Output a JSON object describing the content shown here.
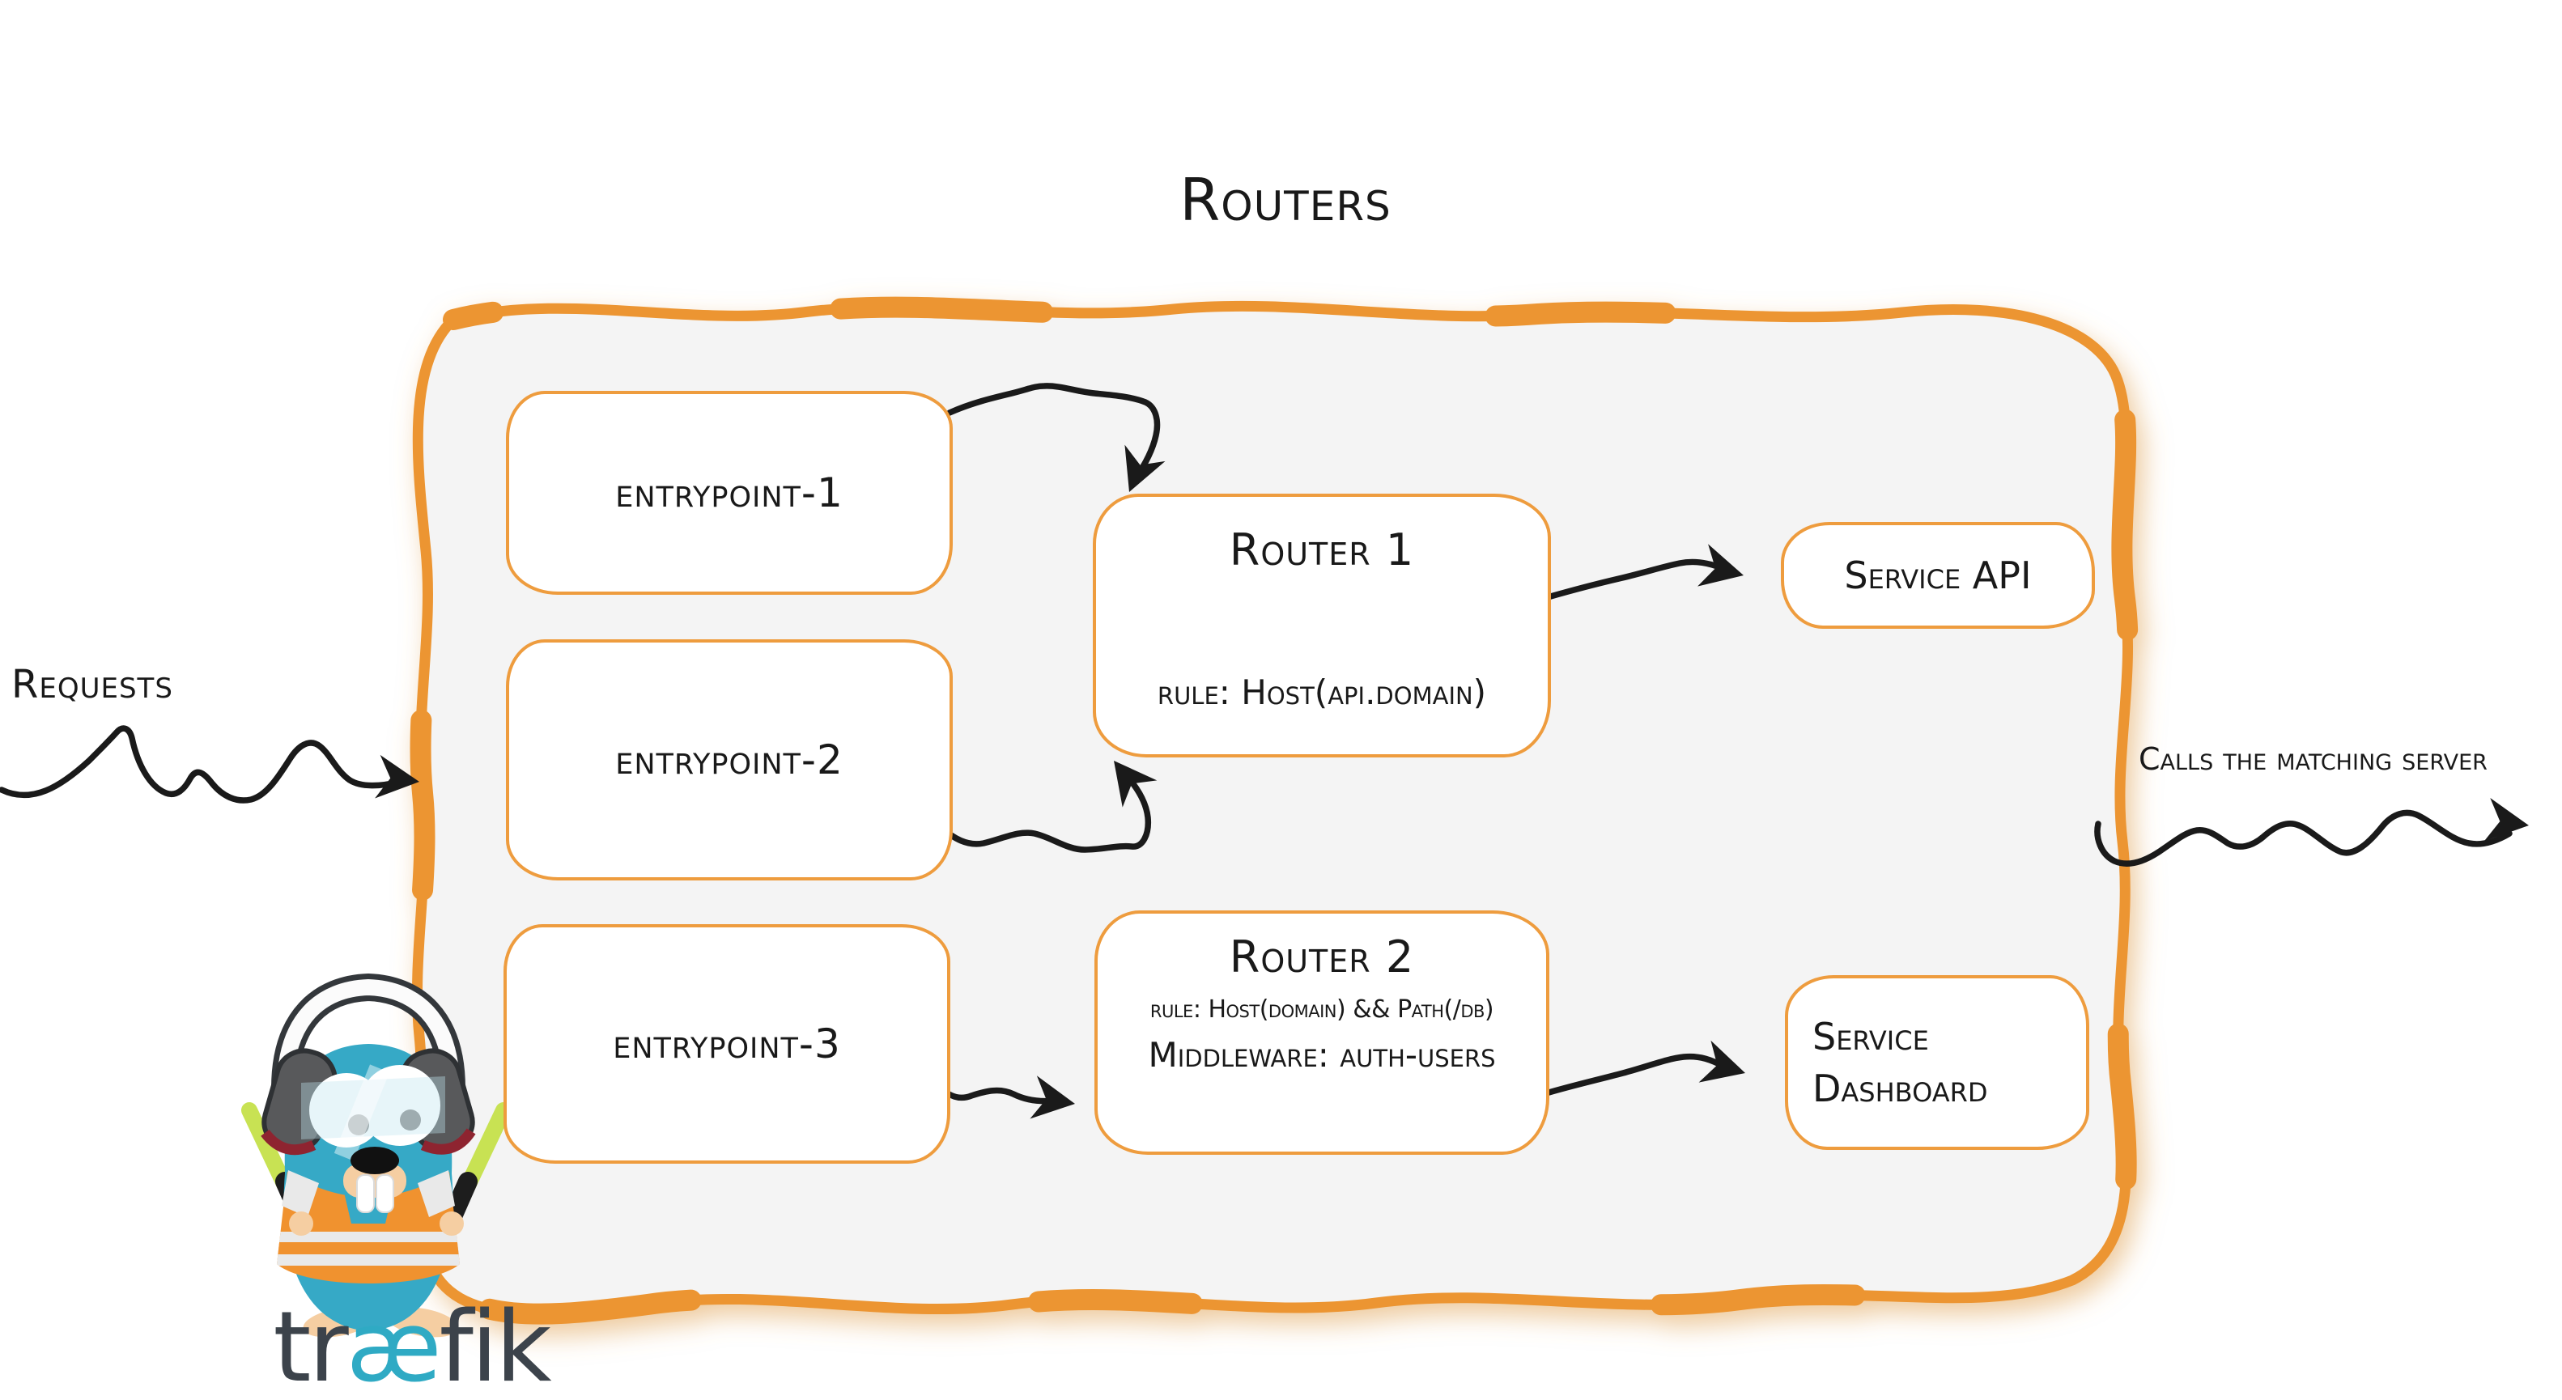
{
  "title": "Routers",
  "labels": {
    "requests": "Requests",
    "calls": "Calls the matching server"
  },
  "entrypoints": [
    {
      "label": "entrypoint-1"
    },
    {
      "label": "entrypoint-2"
    },
    {
      "label": "entrypoint-3"
    }
  ],
  "routers": [
    {
      "title": "Router 1",
      "rule": "rule: Host(api.domain)"
    },
    {
      "title": "Router 2",
      "rule": "rule: Host(domain) && Path(/db)",
      "middleware": "Middleware: auth-users"
    }
  ],
  "services": [
    {
      "label": "Service API"
    },
    {
      "label": "Service Dashboard"
    }
  ],
  "brand": {
    "t1": "tr",
    "ae": "æ",
    "t2": "fik"
  },
  "colors": {
    "accent_orange": "#EC9530",
    "box_border_orange": "#EE9C3E",
    "panel_fill": "#F4F4F4",
    "arrow_black": "#1A1A1A",
    "brand_dark": "#3C434B",
    "brand_blue": "#2FAAC4",
    "gopher_blue": "#36A9C6",
    "vest_orange": "#F0922F",
    "baton_green": "#C8E253"
  }
}
